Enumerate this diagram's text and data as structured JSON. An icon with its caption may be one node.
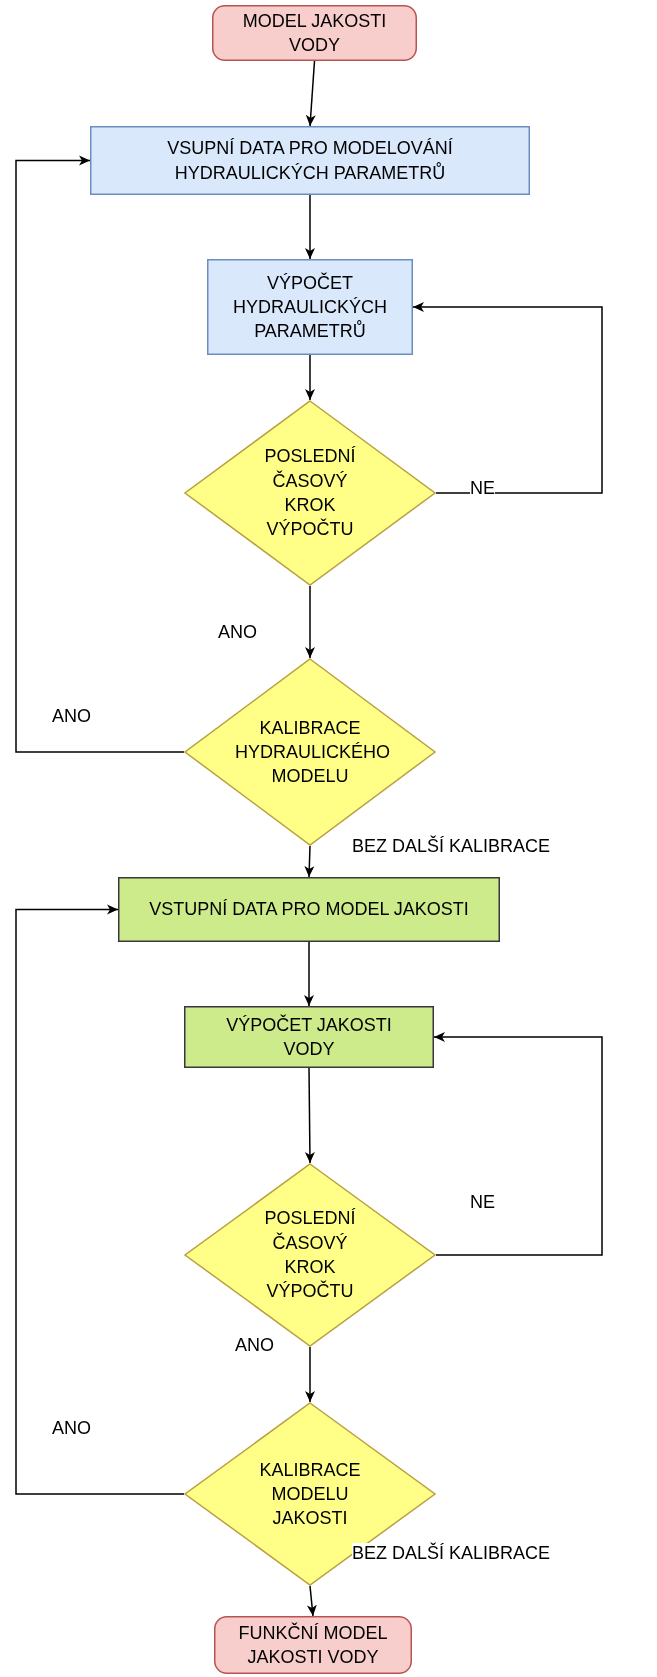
{
  "diagram": {
    "nodes": [
      {
        "text": [
          "MODEL JAKOSTI VODY"
        ]
      },
      {
        "text": [
          "VSUPNÍ DATA PRO MODELOVÁNÍ HYDRAULICKÝCH PARAMETRŮ"
        ]
      },
      {
        "text": [
          "VÝPOČET HYDRAULICKÝCH PARAMETRŮ"
        ]
      },
      {
        "text": [
          "POSLEDNÍ ČASOVÝ KROK VÝPOČTU"
        ]
      },
      {
        "text": [
          "KALIBRACE HYDRAULICKÉHO MODELU"
        ]
      },
      {
        "text": [
          "VSTUPNÍ DATA PRO MODEL JAKOSTI"
        ]
      },
      {
        "text": [
          "VÝPOČET JAKOSTI VODY"
        ]
      },
      {
        "text": [
          "POSLEDNÍ ČASOVÝ KROK VÝPOČTU"
        ]
      },
      {
        "text": [
          "KALIBRACE MODELU JAKOSTI"
        ]
      },
      {
        "text": [
          "FUNKČNÍ MODEL JAKOSTI VODY"
        ]
      }
    ],
    "edges": [
      {
        "from": 0,
        "to": 1,
        "arrow": "to"
      },
      {
        "from": 1,
        "to": 2,
        "arrow": "to"
      },
      {
        "from": 2,
        "to": 3,
        "arrow": "to"
      },
      {
        "from": 3,
        "to": 2,
        "arrow": "to",
        "label": "NE"
      },
      {
        "from": 3,
        "to": 4,
        "arrow": "to",
        "label": "ANO"
      },
      {
        "from": 4,
        "to": 1,
        "arrow": "to",
        "label": "ANO"
      },
      {
        "from": 4,
        "to": 5,
        "arrow": "to",
        "label": "BEZ DALŠÍ KALIBRACE"
      },
      {
        "from": 5,
        "to": 6,
        "arrow": "to"
      },
      {
        "from": 6,
        "to": 7,
        "arrow": "to"
      },
      {
        "from": 7,
        "to": 6,
        "arrow": "to",
        "label": "NE"
      },
      {
        "from": 7,
        "to": 8,
        "arrow": "to",
        "label": "ANO"
      },
      {
        "from": 8,
        "to": 5,
        "arrow": "to",
        "label": "ANO"
      },
      {
        "from": 8,
        "to": 9,
        "arrow": "to",
        "label": "BEZ DALŠÍ KALIBRACE"
      }
    ]
  }
}
